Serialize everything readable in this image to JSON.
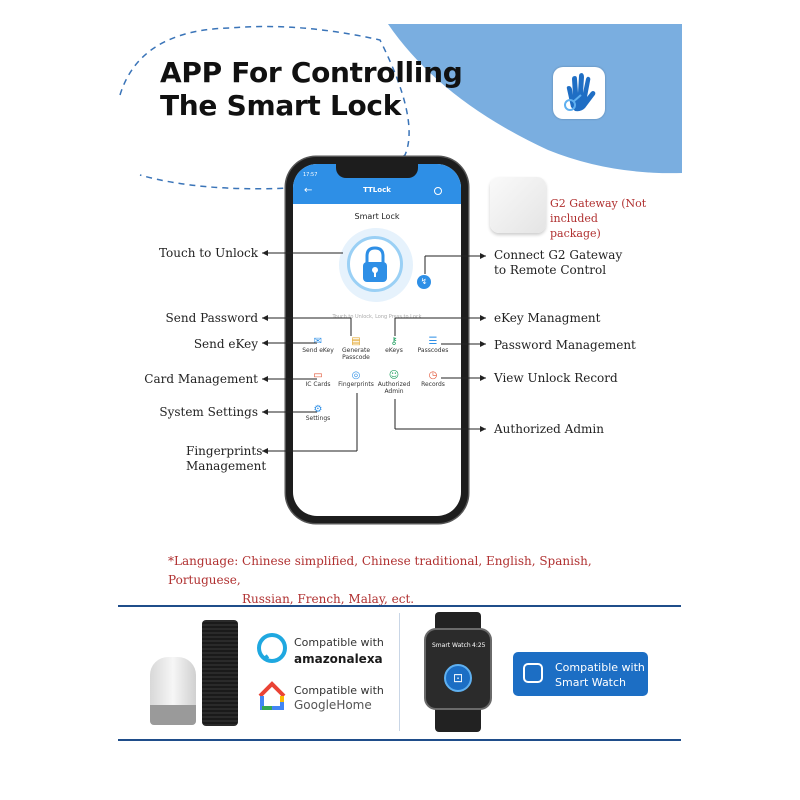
{
  "header": {
    "title_line1": "APP For Controlling",
    "title_line2": "The Smart Lock",
    "app_icon": "hand-key-icon"
  },
  "gateway": {
    "label": "G2 Gateway (Not included package)"
  },
  "phone": {
    "status_time": "17:57",
    "app_title": "TTLock",
    "lock_name": "Smart Lock",
    "hint": "Touch to Unlock, Long Press to Lock",
    "grid": [
      {
        "label": "Send eKey",
        "icon": "send-ekey-icon"
      },
      {
        "label": "Generate Passcode",
        "icon": "passcode-icon"
      },
      {
        "label": "eKeys",
        "icon": "ekeys-icon"
      },
      {
        "label": "Passcodes",
        "icon": "passcodes-icon"
      },
      {
        "label": "IC Cards",
        "icon": "ic-card-icon"
      },
      {
        "label": "Fingerprints",
        "icon": "fingerprint-icon"
      },
      {
        "label": "Authorized Admin",
        "icon": "admin-icon"
      },
      {
        "label": "Records",
        "icon": "records-icon"
      },
      {
        "label": "Settings",
        "icon": "settings-icon"
      }
    ]
  },
  "callouts": {
    "touch_unlock": "Touch to Unlock",
    "send_password": "Send Password",
    "send_ekey": "Send eKey",
    "card_management": "Card Management",
    "system_settings": "System Settings",
    "fingerprints_management": "Fingerprints Management",
    "connect_gateway": "Connect G2 Gateway to Remote Control",
    "ekey_management": "eKey Managment",
    "password_management": "Password Management",
    "view_unlock_record": "View Unlock Record",
    "authorized_admin": "Authorized Admin"
  },
  "language_note": {
    "line1": "*Language: Chinese simplified, Chinese traditional, English, Spanish, Portuguese,",
    "line2": "Russian, French, Malay, ect."
  },
  "compatibility": {
    "alexa_label": "Compatible with",
    "alexa_brand": "amazonalexa",
    "google_label": "Compatible with",
    "google_brand": "GoogleHome",
    "watch_screen_title": "Smart Watch",
    "watch_screen_time": "4:25",
    "watch_badge_line1": "Compatible with",
    "watch_badge_line2": "Smart Watch"
  },
  "colors": {
    "accent_blue": "#2e8fe6",
    "arc_blue": "#7aaee0",
    "note_red": "#b03030",
    "band_navy": "#1f4d8a"
  }
}
